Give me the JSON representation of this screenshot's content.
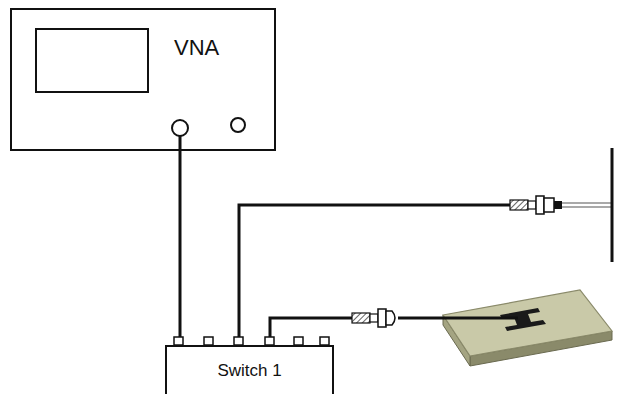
{
  "diagram": {
    "nodes": [
      {
        "text": [
          "VNA"
        ]
      },
      {
        "text": [
          "Switch 1"
        ]
      }
    ],
    "edges": [
      {
        "from": 0,
        "to": 1,
        "arrow": "none"
      }
    ]
  }
}
